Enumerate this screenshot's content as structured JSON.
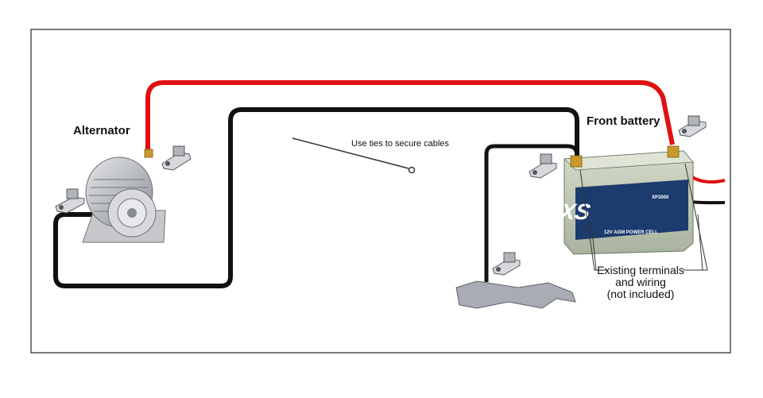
{
  "labels": {
    "alternator": "Alternator",
    "front_battery": "Front battery",
    "cable_ties": "Use ties to secure cables",
    "existing_line1": "Existing terminals",
    "existing_line2": "and wiring",
    "existing_line3": "(not included)"
  },
  "battery": {
    "brand": "XS",
    "model": "XP3000",
    "side_text": "12V AGM POWER CELL"
  },
  "colors": {
    "positive_cable": "#e01010",
    "ground_cable": "#111111",
    "battery_case": "#bfc9b4",
    "battery_label": "#1c3b6e",
    "frame_border": "#222222",
    "metal": "#b9bcc1"
  }
}
